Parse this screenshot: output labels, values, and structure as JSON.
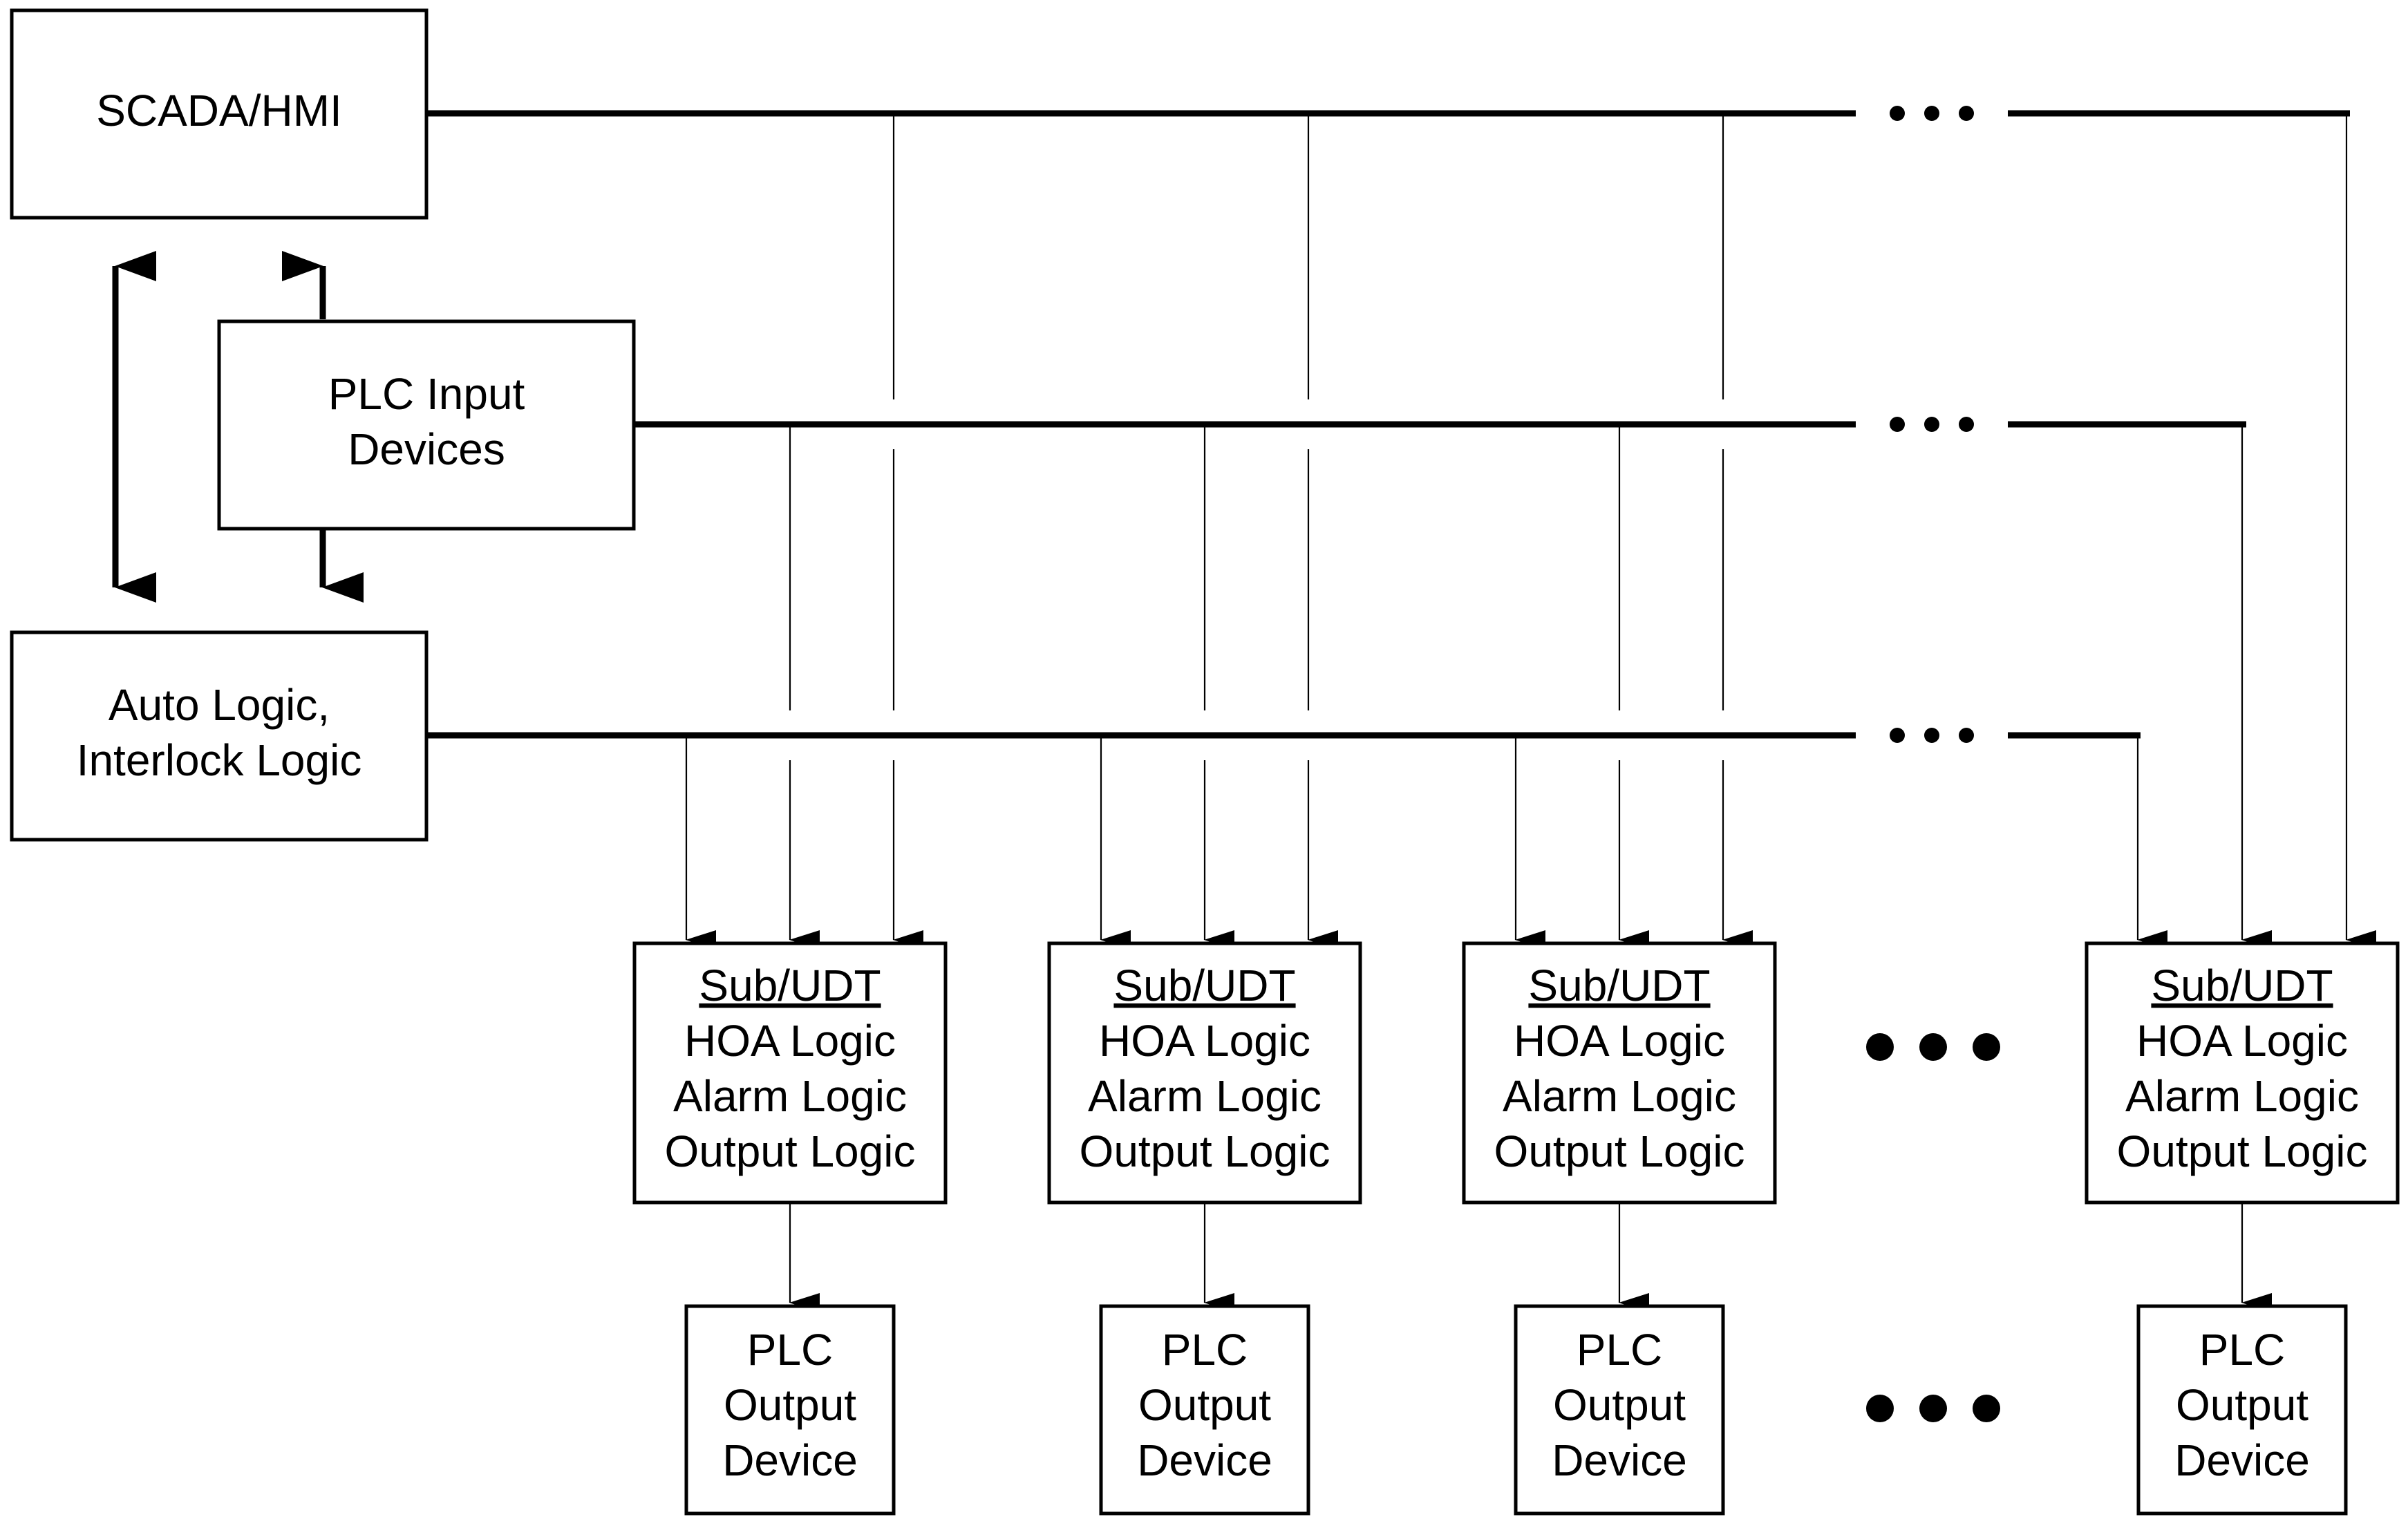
{
  "nodes": {
    "scada": {
      "label": "SCADA/HMI"
    },
    "plc_input": {
      "lines": [
        "PLC Input",
        "Devices"
      ]
    },
    "auto_logic": {
      "lines": [
        "Auto Logic,",
        "Interlock Logic"
      ]
    },
    "sub_udt": [
      {
        "lines": [
          "Sub/UDT",
          "HOA Logic",
          "Alarm Logic",
          "Output Logic"
        ]
      },
      {
        "lines": [
          "Sub/UDT",
          "HOA Logic",
          "Alarm Logic",
          "Output Logic"
        ]
      },
      {
        "lines": [
          "Sub/UDT",
          "HOA Logic",
          "Alarm Logic",
          "Output Logic"
        ]
      },
      {
        "lines": [
          "Sub/UDT",
          "HOA Logic",
          "Alarm Logic",
          "Output Logic"
        ]
      }
    ],
    "output_device": [
      {
        "lines": [
          "PLC",
          "Output",
          "Device"
        ]
      },
      {
        "lines": [
          "PLC",
          "Output",
          "Device"
        ]
      },
      {
        "lines": [
          "PLC",
          "Output",
          "Device"
        ]
      },
      {
        "lines": [
          "PLC",
          "Output",
          "Device"
        ]
      }
    ]
  },
  "edges": [
    {
      "from": "scada",
      "to": "auto_logic",
      "direction": "both"
    },
    {
      "from": "plc_input",
      "to": "scada",
      "direction": "forward"
    },
    {
      "from": "plc_input",
      "to": "auto_logic",
      "direction": "forward"
    },
    {
      "from": "scada",
      "to": "sub_udt",
      "direction": "forward"
    },
    {
      "from": "plc_input",
      "to": "sub_udt",
      "direction": "forward"
    },
    {
      "from": "auto_logic",
      "to": "sub_udt",
      "direction": "forward"
    },
    {
      "from": "sub_udt",
      "to": "output_device",
      "direction": "forward"
    }
  ]
}
